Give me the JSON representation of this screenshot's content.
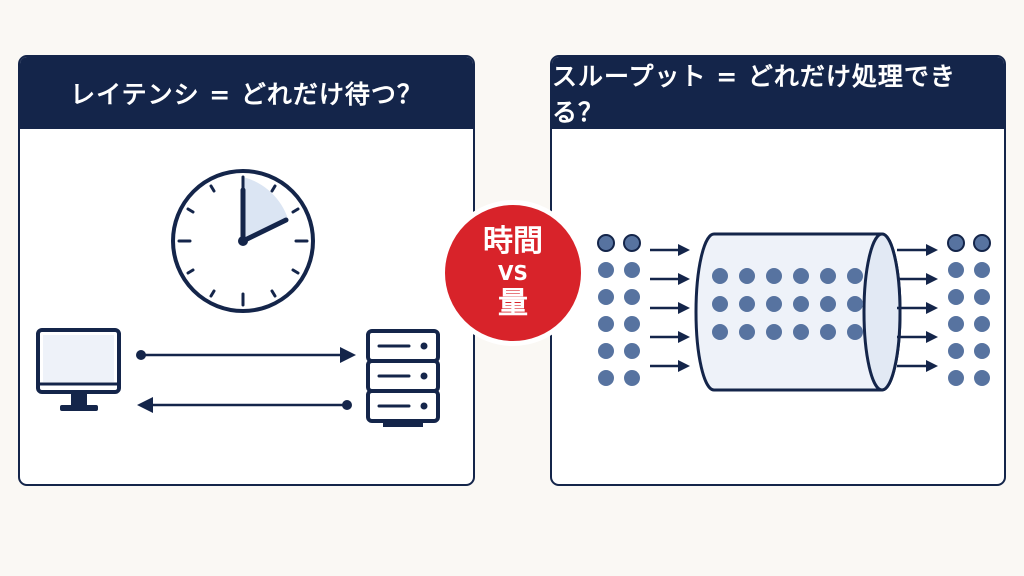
{
  "colors": {
    "navy": "#14254a",
    "dot": "#5773a0",
    "accent_red": "#d8232a",
    "clock_sector": "#dbe5f3",
    "pipe_fill": "#eef2f9",
    "background": "#faf8f4"
  },
  "latency": {
    "title": "レイテンシ = どれだけ待つ？",
    "icons": [
      "clock-icon",
      "monitor-icon",
      "server-icon",
      "arrow-right-icon",
      "arrow-left-icon"
    ]
  },
  "throughput": {
    "title": "スループット = どれだけ処理できる？",
    "icons": [
      "pipe-icon",
      "arrow-right-icon"
    ]
  },
  "badge": {
    "top": "時間",
    "middle": "VS",
    "bottom": "量"
  }
}
